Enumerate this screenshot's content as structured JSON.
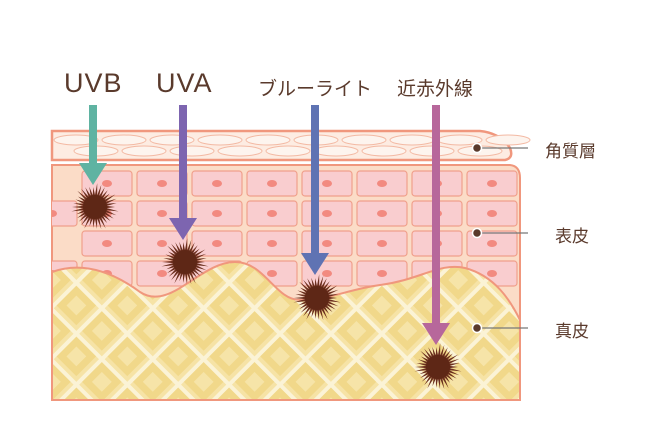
{
  "rays": [
    {
      "label": "UVB",
      "color": "#5fb3a2"
    },
    {
      "label": "UVA",
      "color": "#7d65b0"
    },
    {
      "label": "ブルーライト",
      "color": "#5f73b3"
    },
    {
      "label": "近赤外線",
      "color": "#b7679b"
    }
  ],
  "layers": [
    {
      "label": "角質層"
    },
    {
      "label": "表皮"
    },
    {
      "label": "真皮"
    }
  ]
}
